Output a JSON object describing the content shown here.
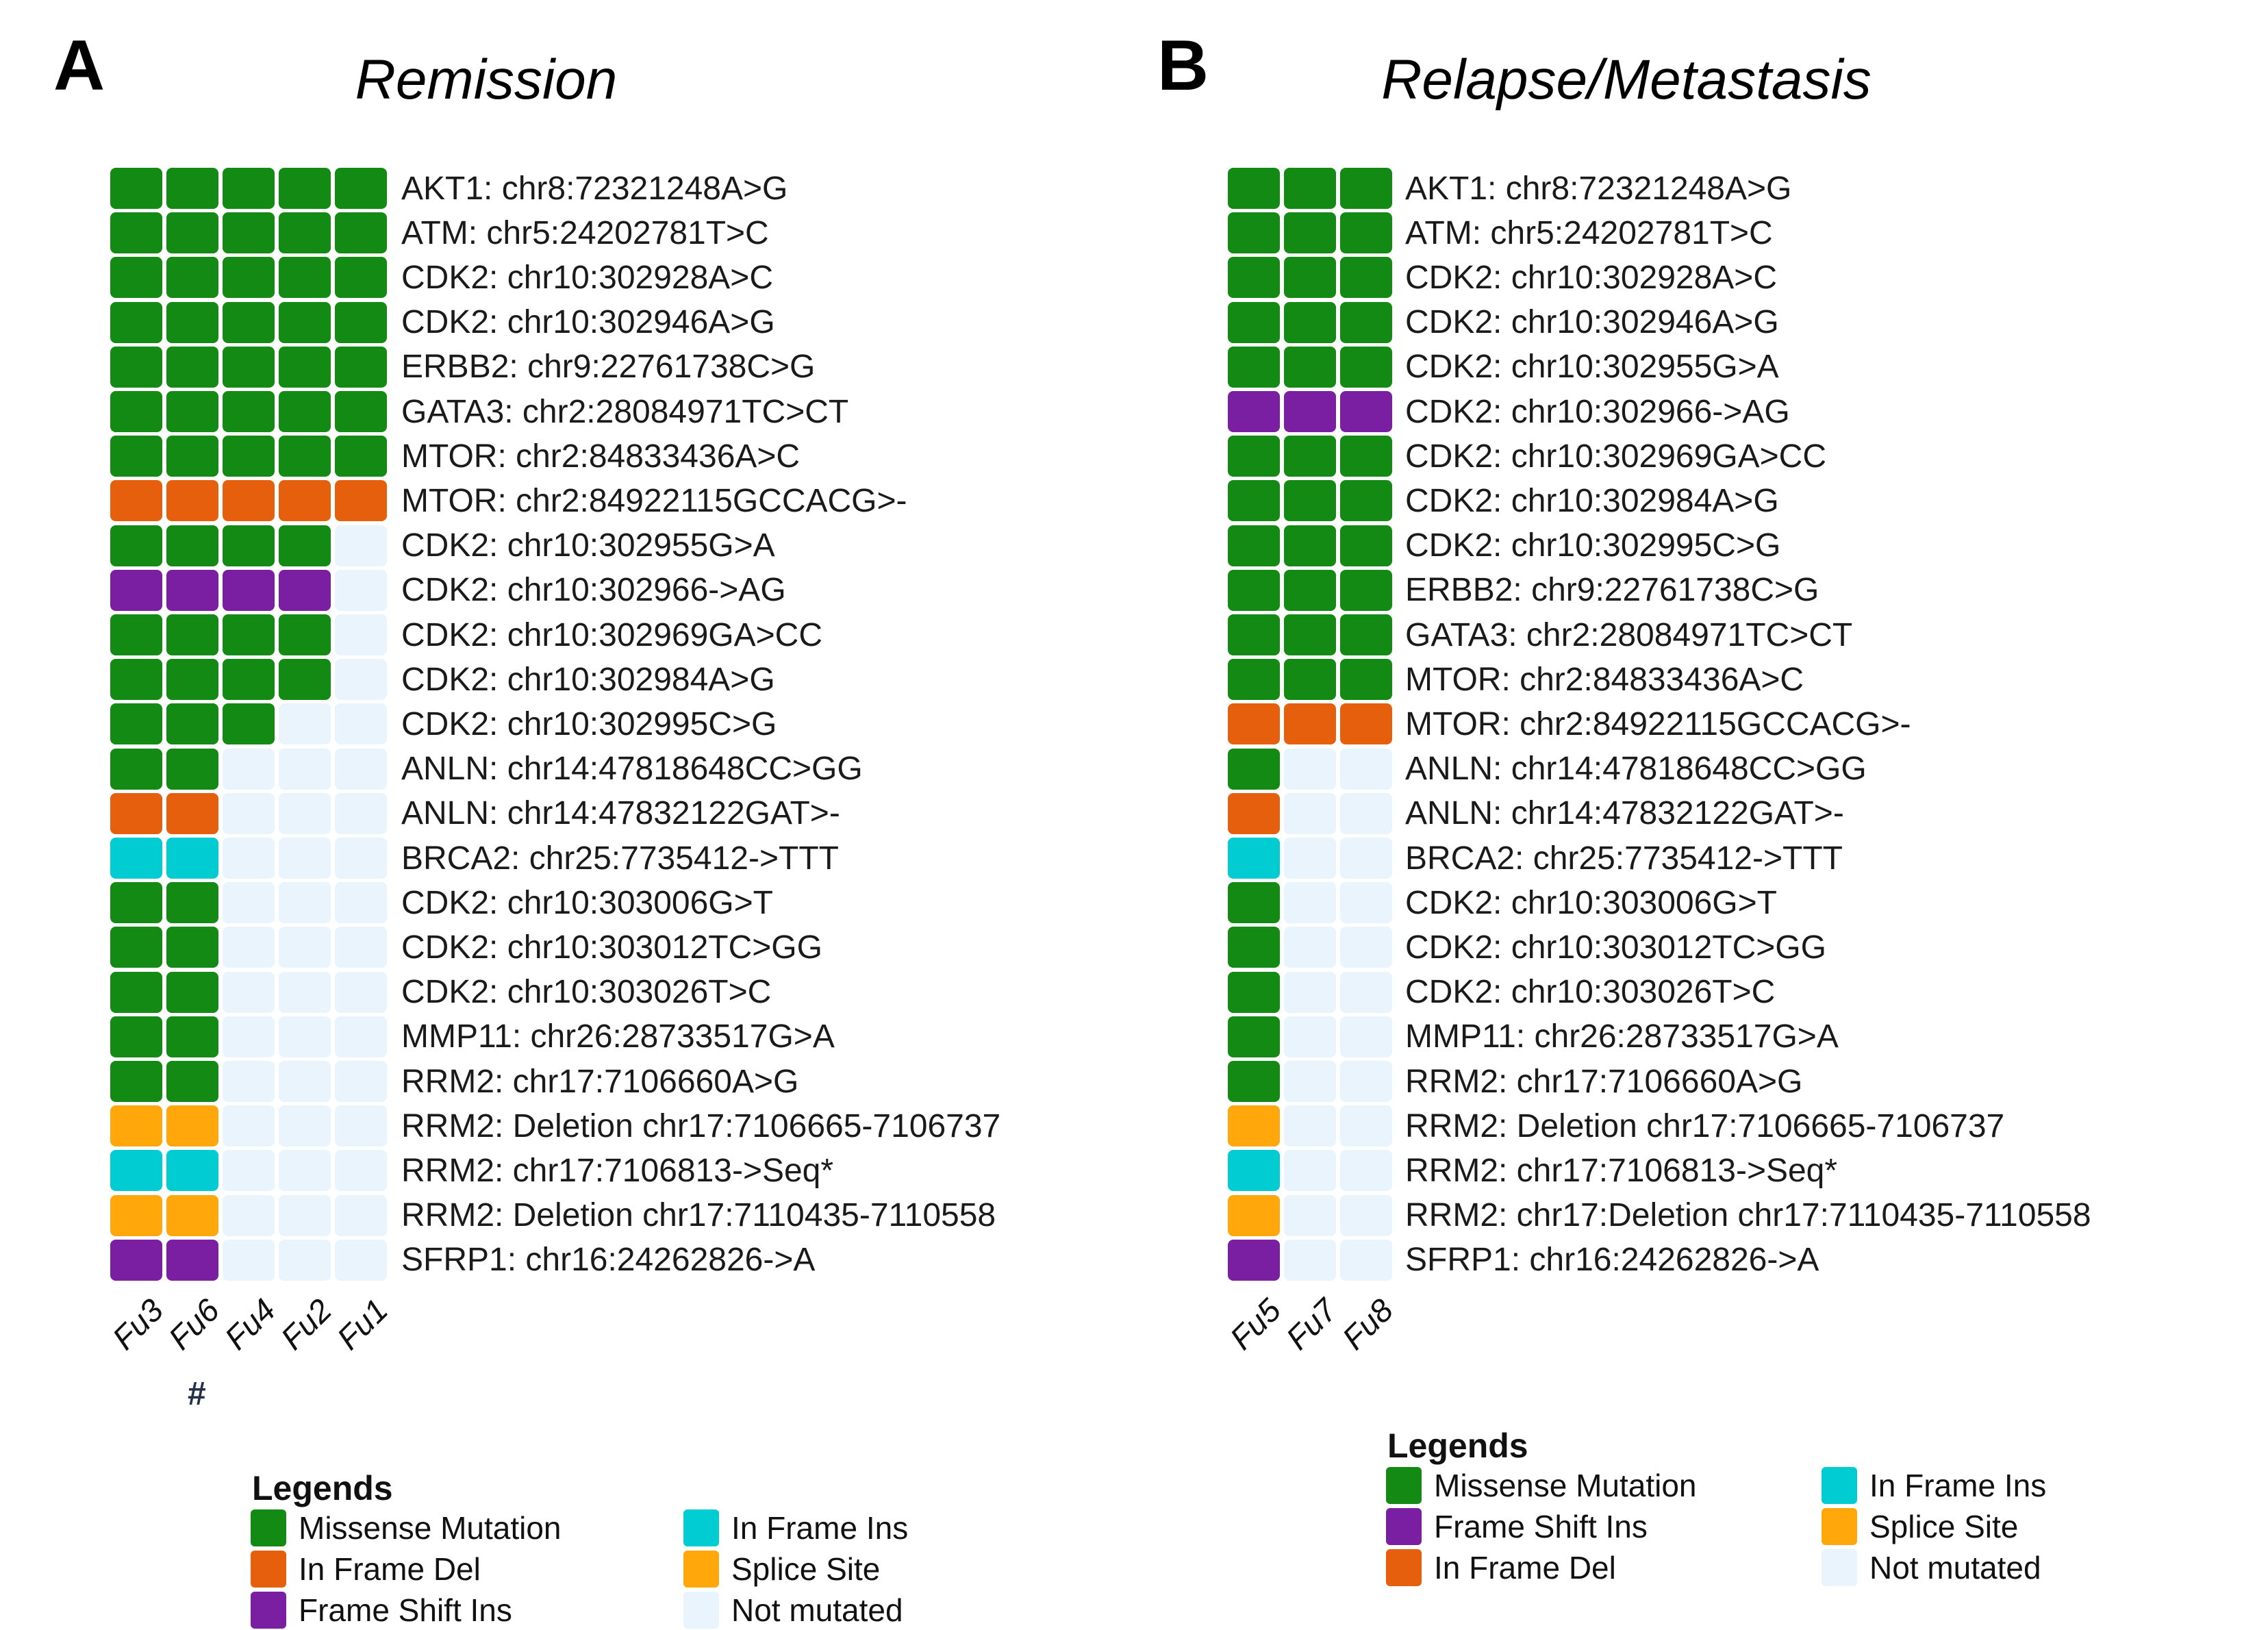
{
  "mutation_types": {
    "M": {
      "name": "Missense Mutation",
      "color": "#138a13"
    },
    "D": {
      "name": "In Frame Del",
      "color": "#e65f0d"
    },
    "F": {
      "name": "Frame Shift Ins",
      "color": "#7a1fa2"
    },
    "I": {
      "name": "In Frame Ins",
      "color": "#00ccd2"
    },
    "S": {
      "name": "Splice Site",
      "color": "#ffa70b"
    },
    "N": {
      "name": "Not mutated",
      "color": "#eaf4fc"
    }
  },
  "chart_data": [
    {
      "type": "heatmap",
      "panel_letter": "A",
      "title": "Remission",
      "x_categories": [
        "Fu3",
        "Fu6",
        "Fu4",
        "Fu2",
        "Fu1"
      ],
      "x_footnote": "#",
      "rows": [
        {
          "label": "AKT1: chr8:72321248A>G",
          "cells": "MMMMM"
        },
        {
          "label": "ATM: chr5:24202781T>C",
          "cells": "MMMMM"
        },
        {
          "label": "CDK2: chr10:302928A>C",
          "cells": "MMMMM"
        },
        {
          "label": "CDK2: chr10:302946A>G",
          "cells": "MMMMM"
        },
        {
          "label": "ERBB2: chr9:22761738C>G",
          "cells": "MMMMM"
        },
        {
          "label": "GATA3: chr2:28084971TC>CT",
          "cells": "MMMMM"
        },
        {
          "label": "MTOR: chr2:84833436A>C",
          "cells": "MMMMM"
        },
        {
          "label": "MTOR: chr2:84922115GCCACG>-",
          "cells": "DDDDD"
        },
        {
          "label": "CDK2: chr10:302955G>A",
          "cells": "MMMMN"
        },
        {
          "label": "CDK2: chr10:302966->AG",
          "cells": "FFFFN"
        },
        {
          "label": "CDK2: chr10:302969GA>CC",
          "cells": "MMMMN"
        },
        {
          "label": "CDK2: chr10:302984A>G",
          "cells": "MMMMN"
        },
        {
          "label": "CDK2: chr10:302995C>G",
          "cells": "MMMNN"
        },
        {
          "label": "ANLN: chr14:47818648CC>GG",
          "cells": "MMNNN"
        },
        {
          "label": "ANLN: chr14:47832122GAT>-",
          "cells": "DDNNN"
        },
        {
          "label": "BRCA2: chr25:7735412->TTT",
          "cells": "IINNN"
        },
        {
          "label": "CDK2: chr10:303006G>T",
          "cells": "MMNNN"
        },
        {
          "label": "CDK2: chr10:303012TC>GG",
          "cells": "MMNNN"
        },
        {
          "label": "CDK2: chr10:303026T>C",
          "cells": "MMNNN"
        },
        {
          "label": "MMP11: chr26:28733517G>A",
          "cells": "MMNNN"
        },
        {
          "label": "RRM2: chr17:7106660A>G",
          "cells": "MMNNN"
        },
        {
          "label": "RRM2: Deletion chr17:7106665-7106737",
          "cells": "SSNNN"
        },
        {
          "label": "RRM2: chr17:7106813->Seq*",
          "cells": "IINNN"
        },
        {
          "label": "RRM2: Deletion chr17:7110435-7110558",
          "cells": "SSNNN"
        },
        {
          "label": "SFRP1: chr16:24262826->A",
          "cells": "FFNNN"
        }
      ],
      "legend": {
        "title": "Legends",
        "columns": [
          [
            "M",
            "D",
            "F"
          ],
          [
            "I",
            "S",
            "N"
          ]
        ]
      }
    },
    {
      "type": "heatmap",
      "panel_letter": "B",
      "title": "Relapse/Metastasis",
      "x_categories": [
        "Fu5",
        "Fu7",
        "Fu8"
      ],
      "x_footnote": "",
      "rows": [
        {
          "label": "AKT1: chr8:72321248A>G",
          "cells": "MMM"
        },
        {
          "label": "ATM: chr5:24202781T>C",
          "cells": "MMM"
        },
        {
          "label": "CDK2: chr10:302928A>C",
          "cells": "MMM"
        },
        {
          "label": "CDK2: chr10:302946A>G",
          "cells": "MMM"
        },
        {
          "label": "CDK2: chr10:302955G>A",
          "cells": "MMM"
        },
        {
          "label": "CDK2: chr10:302966->AG",
          "cells": "FFF"
        },
        {
          "label": "CDK2: chr10:302969GA>CC",
          "cells": "MMM"
        },
        {
          "label": "CDK2: chr10:302984A>G",
          "cells": "MMM"
        },
        {
          "label": "CDK2: chr10:302995C>G",
          "cells": "MMM"
        },
        {
          "label": "ERBB2: chr9:22761738C>G",
          "cells": "MMM"
        },
        {
          "label": "GATA3: chr2:28084971TC>CT",
          "cells": "MMM"
        },
        {
          "label": "MTOR: chr2:84833436A>C",
          "cells": "MMM"
        },
        {
          "label": "MTOR: chr2:84922115GCCACG>-",
          "cells": "DDD"
        },
        {
          "label": "ANLN: chr14:47818648CC>GG",
          "cells": "MNN"
        },
        {
          "label": "ANLN: chr14:47832122GAT>-",
          "cells": "DNN"
        },
        {
          "label": "BRCA2: chr25:7735412->TTT",
          "cells": "INN"
        },
        {
          "label": "CDK2: chr10:303006G>T",
          "cells": "MNN"
        },
        {
          "label": "CDK2: chr10:303012TC>GG",
          "cells": "MNN"
        },
        {
          "label": "CDK2: chr10:303026T>C",
          "cells": "MNN"
        },
        {
          "label": "MMP11: chr26:28733517G>A",
          "cells": "MNN"
        },
        {
          "label": "RRM2: chr17:7106660A>G",
          "cells": "MNN"
        },
        {
          "label": "RRM2: Deletion chr17:7106665-7106737",
          "cells": "SNN"
        },
        {
          "label": "RRM2: chr17:7106813->Seq*",
          "cells": "INN"
        },
        {
          "label": "RRM2: chr17:Deletion chr17:7110435-7110558",
          "cells": "SNN"
        },
        {
          "label": "SFRP1: chr16:24262826->A",
          "cells": "FNN"
        }
      ],
      "legend": {
        "title": "Legends",
        "columns": [
          [
            "M",
            "F",
            "D"
          ],
          [
            "I",
            "S",
            "N"
          ]
        ]
      }
    }
  ]
}
